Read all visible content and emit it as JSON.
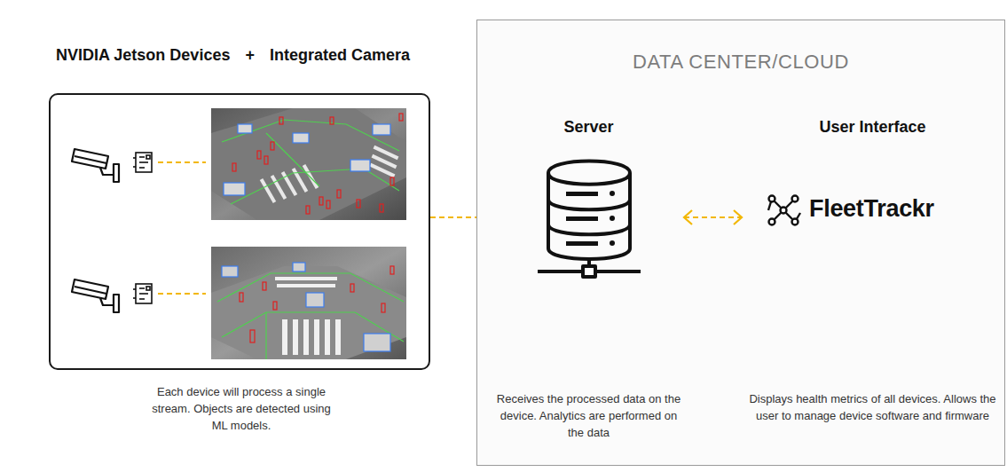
{
  "diagram": {
    "nodes": [
      {
        "text": [
          "NVIDIA Jetson Devices",
          "+",
          "Integrated Camera",
          "Each device will process a single stream. Objects are detected using ML models."
        ]
      },
      {
        "text": [
          "DATA CENTER/CLOUD"
        ]
      },
      {
        "text": [
          "Server",
          "Receives the processed data on the device. Analytics are performed on the data"
        ],
        "in": 1
      },
      {
        "text": [
          "User Interface",
          "FleetTrackr",
          "Displays health metrics of all devices. Allows the user to manage device software and firmware"
        ],
        "in": 1
      }
    ],
    "edges": [
      {
        "from": 0,
        "to": 1,
        "arrow": "none"
      },
      {
        "from": 2,
        "to": 3,
        "arrow": "both"
      }
    ]
  }
}
